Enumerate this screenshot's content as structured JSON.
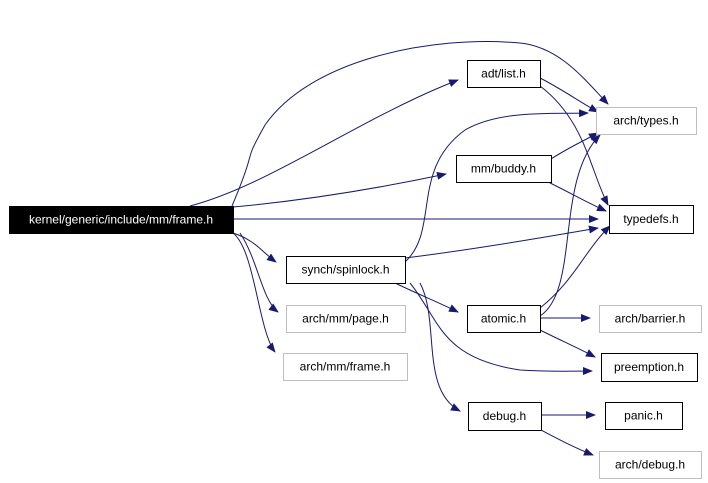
{
  "graph": {
    "edge_color": "#191970",
    "nodes": [
      {
        "id": "frame_h",
        "label": "kernel/generic/include/mm/frame.h",
        "style": "root"
      },
      {
        "id": "list_h",
        "label": "adt/list.h",
        "style": "normal"
      },
      {
        "id": "types_h",
        "label": "arch/types.h",
        "style": "missing"
      },
      {
        "id": "buddy_h",
        "label": "mm/buddy.h",
        "style": "normal"
      },
      {
        "id": "typedefs_h",
        "label": "typedefs.h",
        "style": "normal"
      },
      {
        "id": "spinlock_h",
        "label": "synch/spinlock.h",
        "style": "normal"
      },
      {
        "id": "page_h",
        "label": "arch/mm/page.h",
        "style": "missing"
      },
      {
        "id": "archframe_h",
        "label": "arch/mm/frame.h",
        "style": "missing"
      },
      {
        "id": "atomic_h",
        "label": "atomic.h",
        "style": "normal"
      },
      {
        "id": "barrier_h",
        "label": "arch/barrier.h",
        "style": "missing"
      },
      {
        "id": "preemption_h",
        "label": "preemption.h",
        "style": "normal"
      },
      {
        "id": "debug_h",
        "label": "debug.h",
        "style": "normal"
      },
      {
        "id": "panic_h",
        "label": "panic.h",
        "style": "normal"
      },
      {
        "id": "archdebug_h",
        "label": "arch/debug.h",
        "style": "missing"
      }
    ],
    "edges": [
      {
        "from": "frame_h",
        "to": "list_h"
      },
      {
        "from": "frame_h",
        "to": "types_h"
      },
      {
        "from": "frame_h",
        "to": "buddy_h"
      },
      {
        "from": "frame_h",
        "to": "typedefs_h"
      },
      {
        "from": "frame_h",
        "to": "spinlock_h"
      },
      {
        "from": "frame_h",
        "to": "page_h"
      },
      {
        "from": "frame_h",
        "to": "archframe_h"
      },
      {
        "from": "list_h",
        "to": "types_h"
      },
      {
        "from": "list_h",
        "to": "typedefs_h"
      },
      {
        "from": "buddy_h",
        "to": "types_h"
      },
      {
        "from": "buddy_h",
        "to": "typedefs_h"
      },
      {
        "from": "spinlock_h",
        "to": "types_h"
      },
      {
        "from": "spinlock_h",
        "to": "typedefs_h"
      },
      {
        "from": "spinlock_h",
        "to": "atomic_h"
      },
      {
        "from": "spinlock_h",
        "to": "preemption_h"
      },
      {
        "from": "spinlock_h",
        "to": "debug_h"
      },
      {
        "from": "atomic_h",
        "to": "types_h"
      },
      {
        "from": "atomic_h",
        "to": "typedefs_h"
      },
      {
        "from": "atomic_h",
        "to": "barrier_h"
      },
      {
        "from": "atomic_h",
        "to": "preemption_h"
      },
      {
        "from": "debug_h",
        "to": "panic_h"
      },
      {
        "from": "debug_h",
        "to": "archdebug_h"
      }
    ]
  }
}
